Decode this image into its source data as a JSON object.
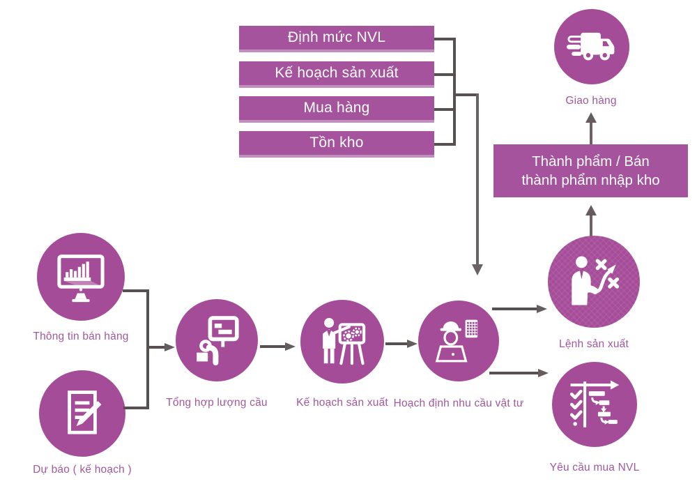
{
  "diagram_title": "Production planning process diagram (Vietnamese)",
  "colors": {
    "node_purple": "#a54c98",
    "bar_purple": "#a4539c",
    "bar_bottom_highlight": "#c18fbe",
    "line_dark": "#574f50",
    "line_gray": "#6b6263",
    "label_purple": "#a1589d",
    "text_white": "#ffffff",
    "background": "#ffffff"
  },
  "bars": [
    {
      "label": "Định mức NVL"
    },
    {
      "label": "Kế hoạch sản xuất"
    },
    {
      "label": "Mua hàng"
    },
    {
      "label": "Tồn kho"
    }
  ],
  "box": {
    "line1": "Thành phẩm / Bán",
    "line2": "thành phẩm nhập kho"
  },
  "nodes": {
    "giao_hang": {
      "label": "Giao hàng",
      "icon": "delivery-truck-icon"
    },
    "thong_tin": {
      "label": "Thông tin bán hàng",
      "icon": "sales-chart-monitor-icon"
    },
    "du_bao": {
      "label": "Dự báo ( kế hoạch )",
      "icon": "forecast-document-icon"
    },
    "tong_hop": {
      "label": "Tổng hợp lượng cầu",
      "icon": "demand-review-screen-icon"
    },
    "ke_hoach": {
      "label": "Kế hoạch sản xuất",
      "icon": "planning-presenter-gears-icon"
    },
    "hoach_dinh": {
      "label": "Hoạch định nhu cầu vật tư",
      "icon": "engineer-laptop-calculator-icon"
    },
    "lenh_sx": {
      "label": "Lệnh sản xuất",
      "icon": "strategy-person-icon"
    },
    "yeu_cau": {
      "label": "Yêu cầu mua NVL",
      "icon": "gantt-checklist-icon"
    }
  }
}
